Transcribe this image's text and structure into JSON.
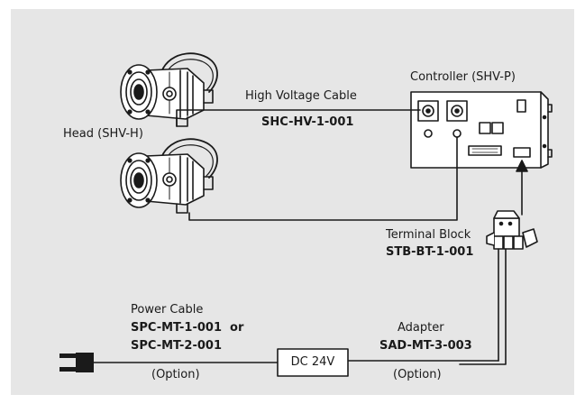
{
  "labels": {
    "head": "Head (SHV-H)",
    "controller": "Controller (SHV-P)",
    "hv_cable_title": "High Voltage Cable",
    "hv_cable_part": "SHC-HV-1-001",
    "terminal_block_title": "Terminal Block",
    "terminal_block_part": "STB-BT-1-001",
    "power_cable_title": "Power Cable",
    "power_cable_part_1": "SPC-MT-1-001  or",
    "power_cable_part_2": "SPC-MT-2-001",
    "power_cable_option": "(Option)",
    "dc_supply": "DC 24V",
    "adapter_title": "Adapter",
    "adapter_part": "SAD-MT-3-003",
    "adapter_option": "(Option)"
  },
  "colors": {
    "panel_background": "#e6e6e6",
    "line": "#1a1a1a",
    "part_fill": "#ffffff"
  }
}
